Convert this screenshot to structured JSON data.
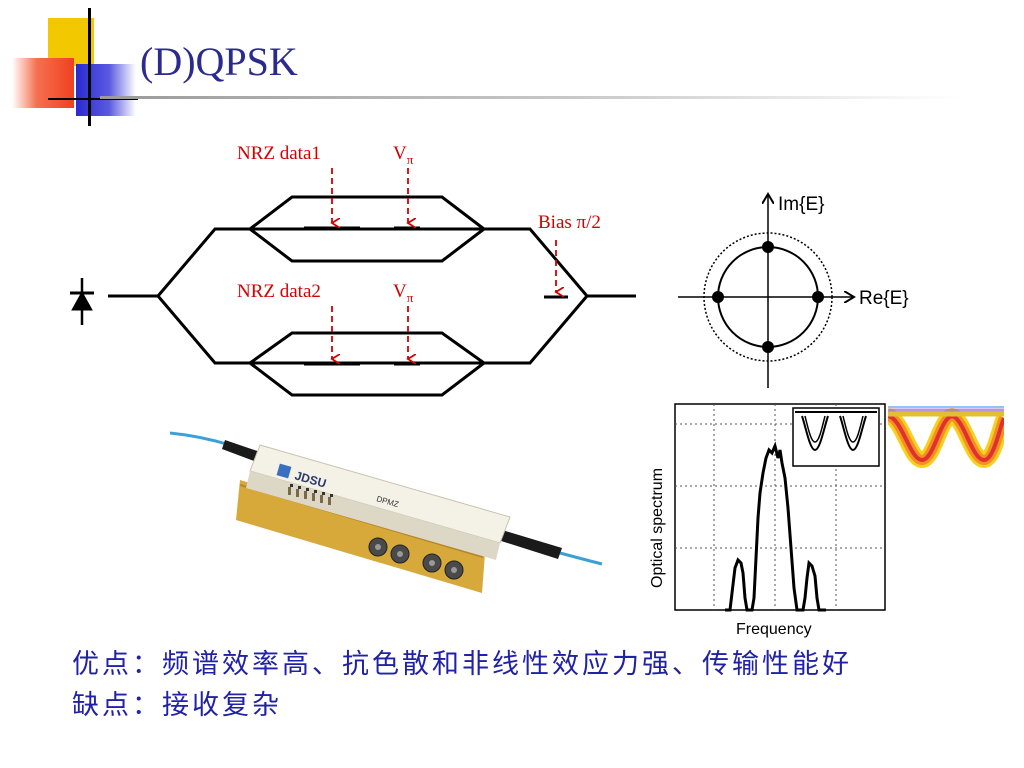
{
  "slide": {
    "title": "(D)QPSK",
    "accent_colors": {
      "yellow": "#f2c800",
      "red": "#f04020",
      "blue": "#2a2ad0",
      "text": "#2b2b8f"
    }
  },
  "modulator_diagram": {
    "labels": {
      "nrz_data1": "NRZ data1",
      "nrz_data2": "NRZ data2",
      "v_pi_top_base": "V",
      "v_pi_top_sub": "π",
      "v_pi_bottom_base": "V",
      "v_pi_bottom_sub": "π",
      "bias": "Bias π/2"
    },
    "source_icon": "laser-diode-icon",
    "line_color": "#000000",
    "arrow_color": "#d40000"
  },
  "constellation": {
    "axis_x_label": "Re{E}",
    "axis_y_label": "Im{E}",
    "points": [
      "top",
      "right",
      "bottom",
      "left"
    ]
  },
  "device_photo": {
    "brand": "JDSU",
    "part": "DPMZ"
  },
  "spectrum_plot": {
    "ylabel": "Optical spectrum",
    "xlabel": "Frequency",
    "inset": "eye-diagram"
  },
  "summary": {
    "advantages": "优点：频谱效率高、抗色散和非线性效应力强、传输性能好",
    "disadvantages": "缺点：接收复杂"
  }
}
